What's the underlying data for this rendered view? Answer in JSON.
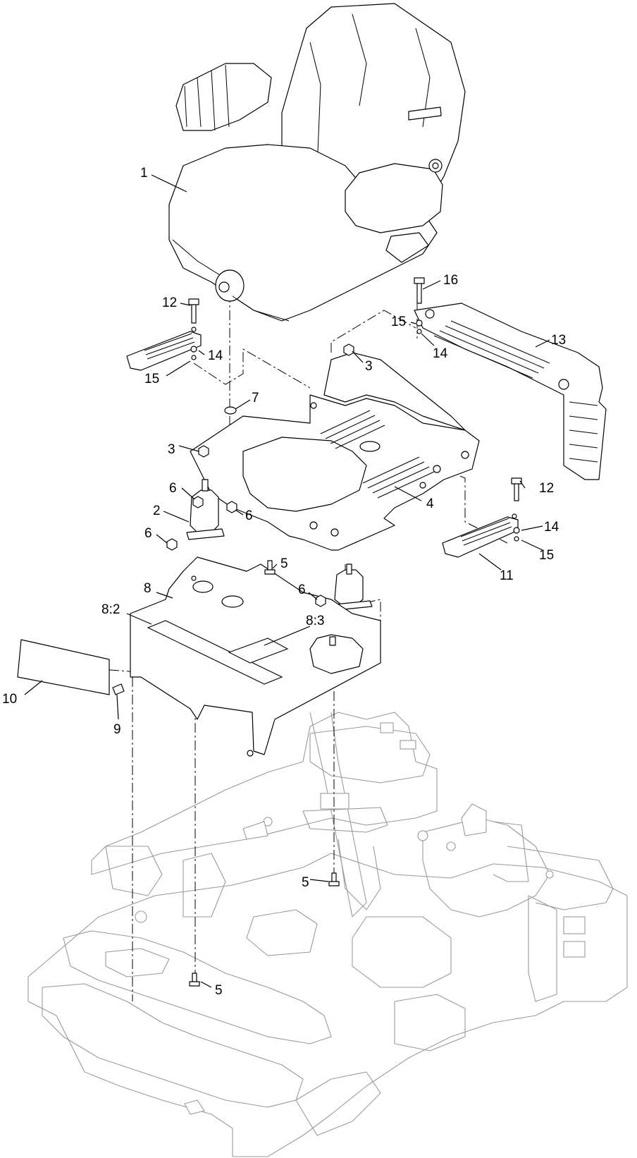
{
  "callouts": [
    {
      "id": "c1",
      "label": "1"
    },
    {
      "id": "c2",
      "label": "2"
    },
    {
      "id": "c3a",
      "label": "3"
    },
    {
      "id": "c3b",
      "label": "3"
    },
    {
      "id": "c4",
      "label": "4"
    },
    {
      "id": "c5a",
      "label": "5"
    },
    {
      "id": "c5b",
      "label": "5"
    },
    {
      "id": "c5c",
      "label": "5"
    },
    {
      "id": "c6a",
      "label": "6"
    },
    {
      "id": "c6b",
      "label": "6"
    },
    {
      "id": "c6c",
      "label": "6"
    },
    {
      "id": "c6d",
      "label": "6"
    },
    {
      "id": "c7",
      "label": "7"
    },
    {
      "id": "c8",
      "label": "8"
    },
    {
      "id": "c82",
      "label": "8:2"
    },
    {
      "id": "c83",
      "label": "8:3"
    },
    {
      "id": "c9",
      "label": "9"
    },
    {
      "id": "c10",
      "label": "10"
    },
    {
      "id": "c11",
      "label": "11"
    },
    {
      "id": "c12a",
      "label": "12"
    },
    {
      "id": "c12b",
      "label": "12"
    },
    {
      "id": "c13",
      "label": "13"
    },
    {
      "id": "c14a",
      "label": "14"
    },
    {
      "id": "c14b",
      "label": "14"
    },
    {
      "id": "c14c",
      "label": "14"
    },
    {
      "id": "c15a",
      "label": "15"
    },
    {
      "id": "c15b",
      "label": "15"
    },
    {
      "id": "c15c",
      "label": "15"
    },
    {
      "id": "c16",
      "label": "16"
    }
  ]
}
